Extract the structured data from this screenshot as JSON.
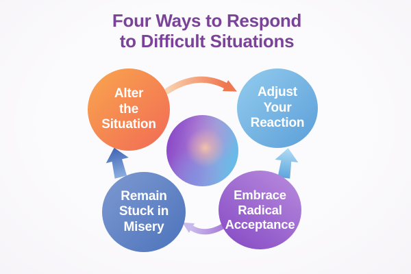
{
  "title": {
    "line1": "Four Ways to Respond",
    "line2": "to Difficult Situations",
    "color": "#7A4398"
  },
  "background_color": "#FAF9FB",
  "diagram": {
    "nodes": [
      {
        "id": "alter-the-situation",
        "label": "Alter\nthe\nSituation",
        "color_start": "#F9A64E",
        "color_end": "#F16A55",
        "gradient_direction": "135deg",
        "text_color": "#FFFFFF"
      },
      {
        "id": "adjust-your-reaction",
        "label": "Adjust\nYour\nReaction",
        "color_start": "#93CCEE",
        "color_end": "#5B9ED8",
        "gradient_direction": "135deg",
        "text_color": "#FFFFFF"
      },
      {
        "id": "remain-stuck-in-misery",
        "label": "Remain\nStuck in\nMisery",
        "color_start": "#7E99D1",
        "color_end": "#4C73BB",
        "gradient_direction": "135deg",
        "text_color": "#FFFFFF"
      },
      {
        "id": "embrace-radical-acceptance",
        "label": "Embrace\nRadical\nAcceptance",
        "color_start": "#B98DDE",
        "color_end": "#8448C3",
        "gradient_direction": "215deg",
        "text_color": "#FFFFFF"
      }
    ],
    "center_circle": {
      "colors": [
        "#8B47C6",
        "#9E6ED3",
        "#F6C4A6",
        "#6ABAE8",
        "#7F8FE0"
      ]
    },
    "arrows": [
      {
        "id": "arrow-alter-to-adjust",
        "from": "alter-the-situation",
        "to": "adjust-your-reaction",
        "shape": "curved-right",
        "tail_color": "#F8D2AE",
        "head_color": "#EF7850"
      },
      {
        "id": "arrow-embrace-to-adjust",
        "from": "embrace-radical-acceptance",
        "to": "adjust-your-reaction",
        "shape": "straight-up",
        "tail_color": "#5EA5DD",
        "head_color": "#B2DDF4"
      },
      {
        "id": "arrow-embrace-to-remain",
        "from": "embrace-radical-acceptance",
        "to": "remain-stuck-in-misery",
        "shape": "curved-left",
        "tail_color": "#A87BD8",
        "head_color": "#C9B9EC"
      },
      {
        "id": "arrow-remain-to-alter",
        "from": "remain-stuck-in-misery",
        "to": "alter-the-situation",
        "shape": "straight-up",
        "tail_color": "#8BAEE0",
        "head_color": "#3F64B3"
      }
    ]
  }
}
